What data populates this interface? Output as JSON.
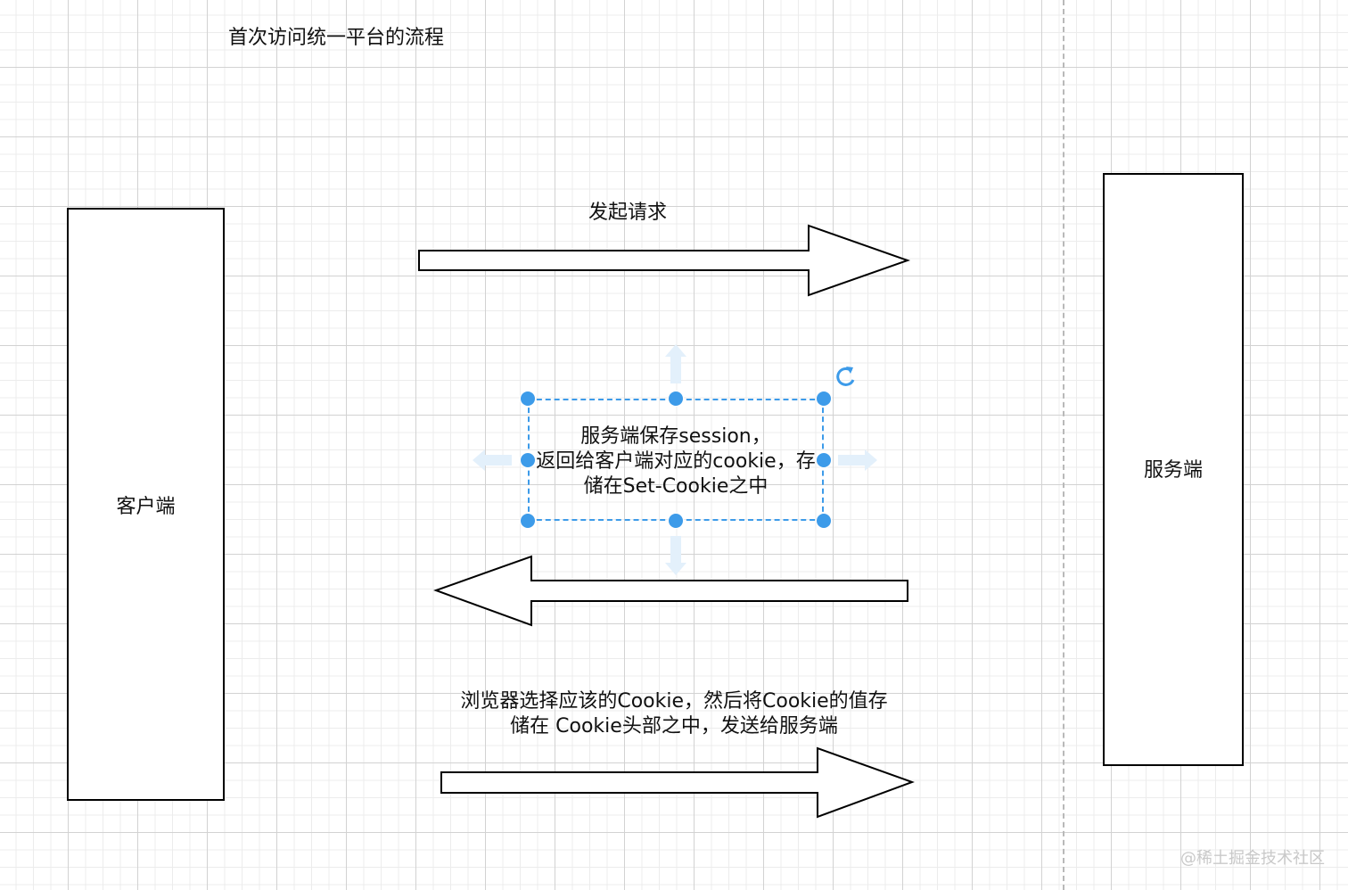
{
  "title": "首次访问统一平台的流程",
  "nodes": {
    "client_label": "客户端",
    "server_label": "服务端"
  },
  "steps": {
    "request_label": "发起请求",
    "response_lines": [
      "服务端保存session，",
      "返回给客户端对应的cookie，存",
      "储在Set-Cookie之中"
    ],
    "browser_lines": [
      "浏览器选择应该的Cookie，然后将Cookie的值存",
      "储在 Cookie头部之中，发送给服务端"
    ]
  },
  "watermark": "@稀土掘金技术社区",
  "colors": {
    "selection": "#3d9be9",
    "stroke": "#000000",
    "grid": "#d2d2d2"
  }
}
